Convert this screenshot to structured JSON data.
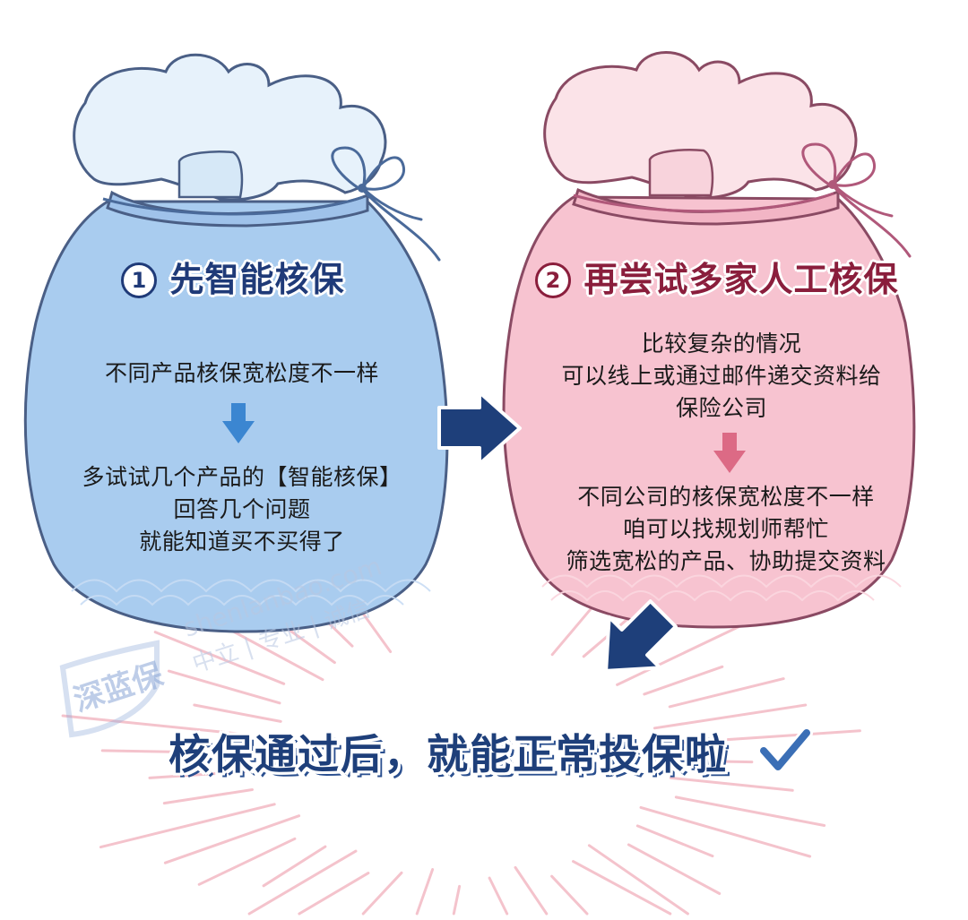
{
  "left_card": {
    "number": "1",
    "title": "先智能核保",
    "lines_top": [
      "不同产品核保宽松度不一样"
    ],
    "lines_bottom": [
      "多试试几个产品的【智能核保】",
      "回答几个问题",
      "就能知道买不买得了"
    ]
  },
  "right_card": {
    "number": "2",
    "title": "再尝试多家人工核保",
    "lines_top": [
      "比较复杂的情况",
      "可以线上或通过邮件递交资料给",
      "保险公司"
    ],
    "lines_bottom": [
      "不同公司的核保宽松度不一样",
      "咱可以找规划师帮忙",
      "筛选宽松的产品、协助提交资料"
    ]
  },
  "result": {
    "text": "核保通过后，就能正常投保啦",
    "check_icon": "check-icon"
  },
  "watermark": {
    "logo": "深蓝保",
    "line1": "shenlanbao.com",
    "line2": "中立 | 专业 | 诚信"
  },
  "colors": {
    "blue_bag": "#a9ccef",
    "pink_bag": "#f7c3d0",
    "arrow_dark": "#1e3f7a",
    "arrow_blue": "#3b86d1",
    "arrow_pink": "#dc6a85",
    "title_blue": "#1f3a78",
    "title_red": "#8a1e3c"
  }
}
